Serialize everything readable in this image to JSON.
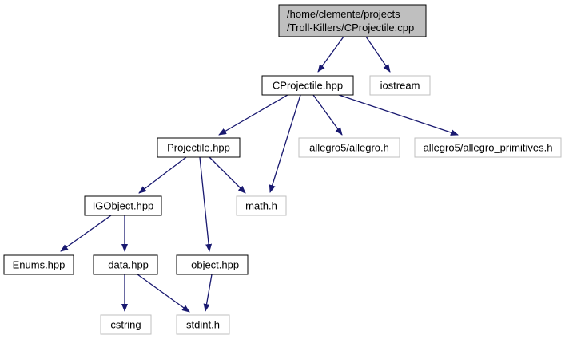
{
  "colors": {
    "background": "#ffffff",
    "root_fill": "#bfbfbf",
    "node_border": "#000000",
    "external_border": "#bfbfbf",
    "edge": "#191970",
    "text": "#000000"
  },
  "nodes": [
    {
      "id": "root",
      "lines": [
        "/home/clemente/projects",
        "/Troll-Killers/CProjectile.cpp"
      ],
      "kind": "root"
    },
    {
      "id": "cprojectile_hpp",
      "lines": [
        "CProjectile.hpp"
      ],
      "kind": "internal"
    },
    {
      "id": "iostream",
      "lines": [
        "iostream"
      ],
      "kind": "external"
    },
    {
      "id": "projectile_hpp",
      "lines": [
        "Projectile.hpp"
      ],
      "kind": "internal"
    },
    {
      "id": "allegro_h",
      "lines": [
        "allegro5/allegro.h"
      ],
      "kind": "external"
    },
    {
      "id": "allegro_primitives_h",
      "lines": [
        "allegro5/allegro_primitives.h"
      ],
      "kind": "external"
    },
    {
      "id": "igobject_hpp",
      "lines": [
        "IGObject.hpp"
      ],
      "kind": "internal"
    },
    {
      "id": "math_h",
      "lines": [
        "math.h"
      ],
      "kind": "external"
    },
    {
      "id": "enums_hpp",
      "lines": [
        "Enums.hpp"
      ],
      "kind": "internal"
    },
    {
      "id": "data_hpp",
      "lines": [
        "_data.hpp"
      ],
      "kind": "internal"
    },
    {
      "id": "object_hpp",
      "lines": [
        "_object.hpp"
      ],
      "kind": "internal"
    },
    {
      "id": "cstring",
      "lines": [
        "cstring"
      ],
      "kind": "external"
    },
    {
      "id": "stdint_h",
      "lines": [
        "stdint.h"
      ],
      "kind": "external"
    }
  ],
  "edges": [
    {
      "from": "root",
      "to": "cprojectile_hpp"
    },
    {
      "from": "root",
      "to": "iostream"
    },
    {
      "from": "cprojectile_hpp",
      "to": "projectile_hpp"
    },
    {
      "from": "cprojectile_hpp",
      "to": "math_h"
    },
    {
      "from": "cprojectile_hpp",
      "to": "allegro_h"
    },
    {
      "from": "cprojectile_hpp",
      "to": "allegro_primitives_h"
    },
    {
      "from": "projectile_hpp",
      "to": "igobject_hpp"
    },
    {
      "from": "projectile_hpp",
      "to": "math_h"
    },
    {
      "from": "projectile_hpp",
      "to": "object_hpp"
    },
    {
      "from": "igobject_hpp",
      "to": "enums_hpp"
    },
    {
      "from": "igobject_hpp",
      "to": "data_hpp"
    },
    {
      "from": "data_hpp",
      "to": "cstring"
    },
    {
      "from": "data_hpp",
      "to": "stdint_h"
    },
    {
      "from": "object_hpp",
      "to": "stdint_h"
    }
  ]
}
